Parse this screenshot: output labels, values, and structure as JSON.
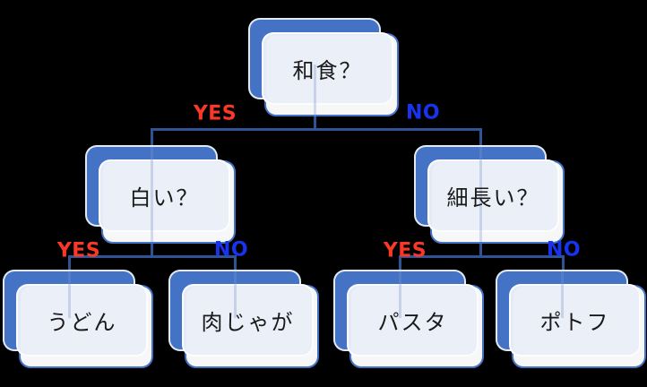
{
  "diagram": {
    "type": "decision-tree",
    "background_color": "#000000",
    "colors": {
      "back_card_fill": "#4472C4",
      "front_card_border": "#4472C4",
      "front_card_fill": "#FFFFFF",
      "top_card_fill": "#E9EEF8",
      "connector": "#2F5496",
      "yes_label": "#FA3828",
      "no_label": "#1733F0",
      "node_text": "#1A1A1A"
    },
    "edges": {
      "yes_label": "YES",
      "no_label": "NO"
    },
    "nodes": [
      {
        "id": "root",
        "label": "和食？"
      },
      {
        "id": "left-question",
        "label": "白い？"
      },
      {
        "id": "right-question",
        "label": "細長い？"
      },
      {
        "id": "leaf-udon",
        "label": "うどん"
      },
      {
        "id": "leaf-nikujaga",
        "label": "肉じゃが"
      },
      {
        "id": "leaf-pasta",
        "label": "パスタ"
      },
      {
        "id": "leaf-potofu",
        "label": "ポトフ"
      }
    ],
    "links": [
      {
        "from": "和食？",
        "answer": "YES",
        "to": "白い？"
      },
      {
        "from": "和食？",
        "answer": "NO",
        "to": "細長い？"
      },
      {
        "from": "白い？",
        "answer": "YES",
        "to": "うどん"
      },
      {
        "from": "白い？",
        "answer": "NO",
        "to": "肉じゃが"
      },
      {
        "from": "細長い？",
        "answer": "YES",
        "to": "パスタ"
      },
      {
        "from": "細長い？",
        "answer": "NO",
        "to": "ポトフ"
      }
    ]
  }
}
